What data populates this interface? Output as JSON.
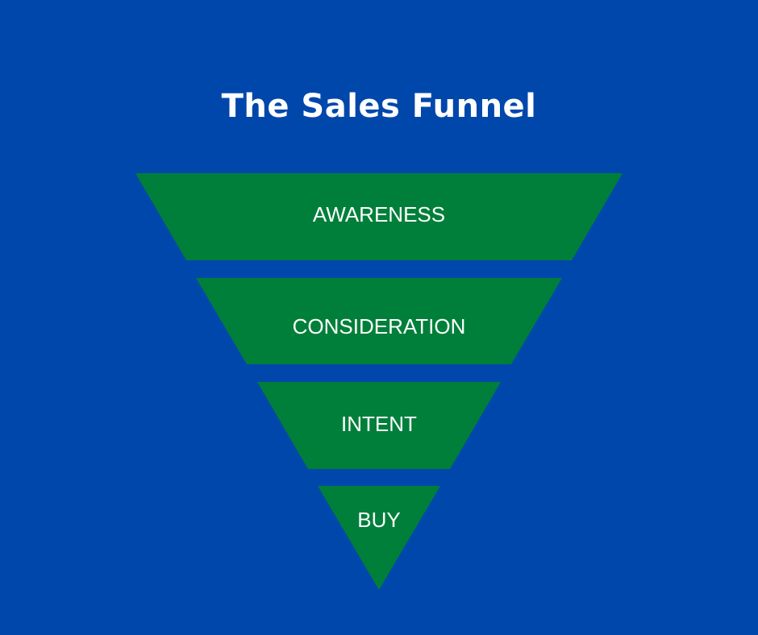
{
  "title": "The Sales Funnel",
  "colors": {
    "background": "#0047ab",
    "stage_fill": "#007f3a",
    "text": "#ffffff"
  },
  "stages": [
    {
      "label": "AWARENESS"
    },
    {
      "label": "CONSIDERATION"
    },
    {
      "label": "INTENT"
    },
    {
      "label": "BUY"
    }
  ]
}
